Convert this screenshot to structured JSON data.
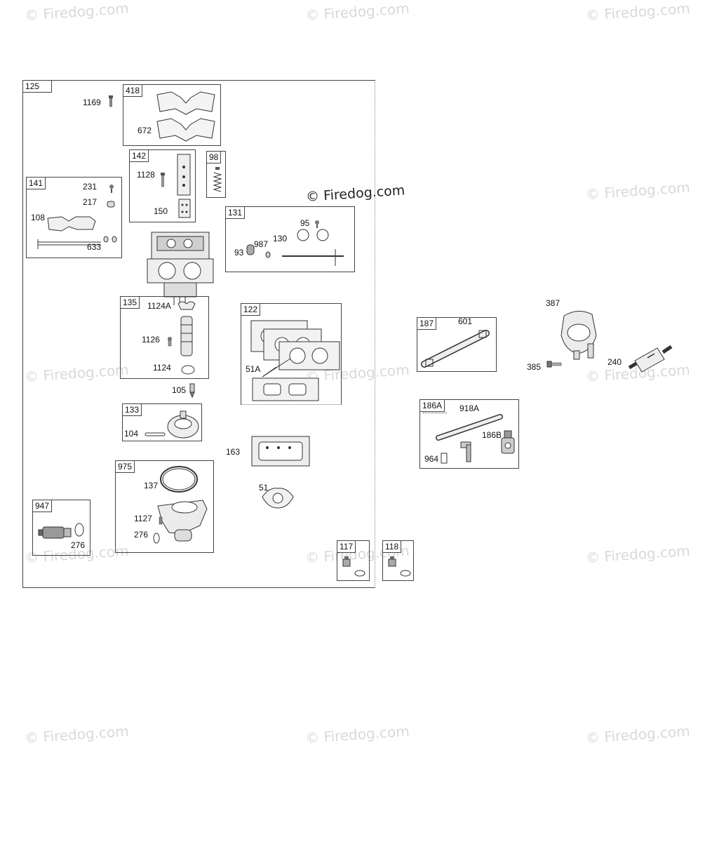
{
  "watermark": "© Firedog.com",
  "assembly": {
    "number": "125"
  },
  "groups": {
    "g418": {
      "tag": "418",
      "labels": [
        "672"
      ]
    },
    "g142": {
      "tag": "142",
      "labels": [
        "1128",
        "150"
      ]
    },
    "g98": {
      "tag": "98"
    },
    "g141": {
      "tag": "141",
      "labels": [
        "231",
        "217",
        "108",
        "633"
      ]
    },
    "g131": {
      "tag": "131",
      "labels": [
        "95",
        "130",
        "93",
        "987"
      ]
    },
    "g135": {
      "tag": "135",
      "labels": [
        "1124A",
        "1126",
        "1124"
      ]
    },
    "g122": {
      "tag": "122",
      "labels": [
        "51A"
      ]
    },
    "g133": {
      "tag": "133",
      "labels": [
        "104"
      ]
    },
    "g975": {
      "tag": "975",
      "labels": [
        "137",
        "1127",
        "276"
      ]
    },
    "g947": {
      "tag": "947",
      "labels": [
        "276"
      ]
    },
    "g117": {
      "tag": "117"
    },
    "g118": {
      "tag": "118"
    },
    "g187": {
      "tag": "187",
      "labels": [
        "601"
      ]
    },
    "g186A": {
      "tag": "186A",
      "labels": [
        "918A",
        "186B",
        "964"
      ]
    }
  },
  "loose_labels": {
    "l1169": "1169",
    "l105": "105",
    "l163": "163",
    "l51": "51",
    "l387": "387",
    "l385": "385",
    "l240": "240"
  }
}
